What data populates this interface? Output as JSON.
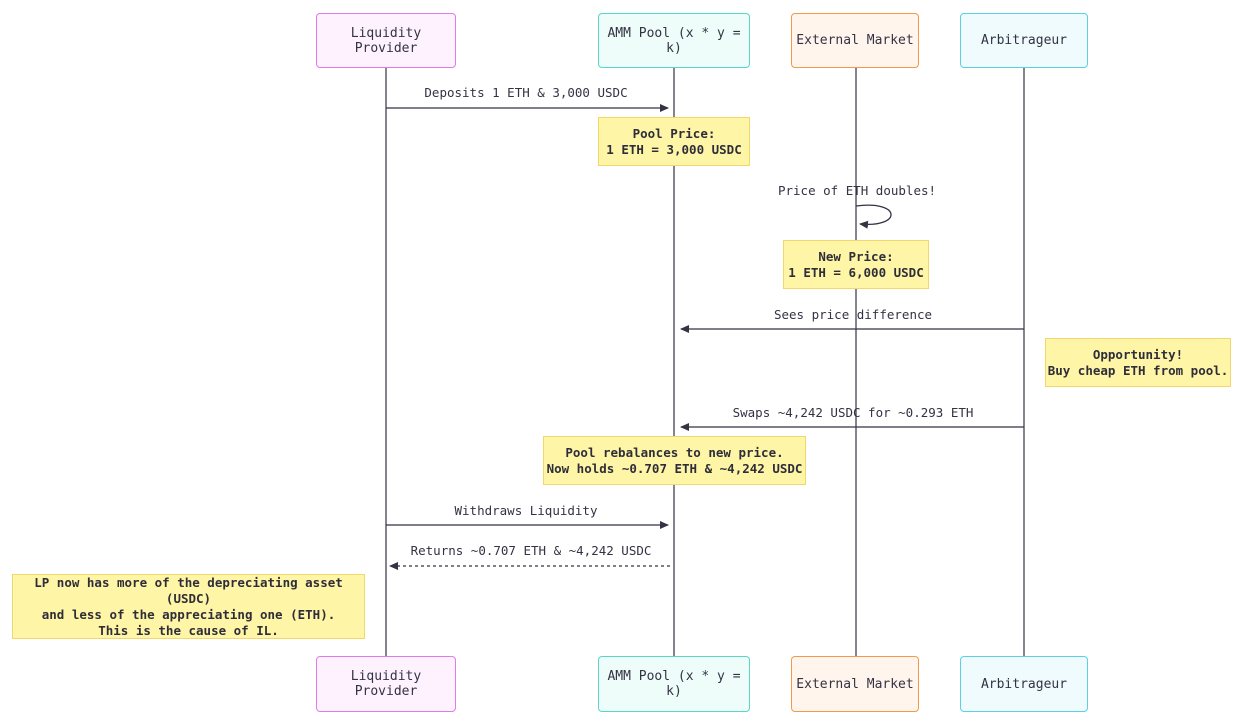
{
  "participants": [
    {
      "id": "lp",
      "label": "Liquidity Provider"
    },
    {
      "id": "amm",
      "label": "AMM Pool (x * y = k)"
    },
    {
      "id": "ext",
      "label": "External Market"
    },
    {
      "id": "arb",
      "label": "Arbitrageur"
    }
  ],
  "messages": {
    "deposit": "Deposits 1 ETH & 3,000 USDC",
    "price_doubles": "Price of ETH doubles!",
    "sees_difference": "Sees price difference",
    "swap": "Swaps ~4,242 USDC for ~0.293 ETH",
    "withdraw": "Withdraws Liquidity",
    "returns": "Returns ~0.707 ETH & ~4,242 USDC"
  },
  "notes": {
    "pool_price": [
      "Pool Price:",
      "1 ETH = 3,000 USDC"
    ],
    "new_price": [
      "New Price:",
      "1 ETH = 6,000 USDC"
    ],
    "opportunity": [
      "Opportunity!",
      "Buy cheap ETH from pool."
    ],
    "rebalance": [
      "Pool rebalances to new price.",
      "Now holds ~0.707 ETH & ~4,242 USDC"
    ],
    "il": [
      "LP now has more of the depreciating asset (USDC)",
      "and less of the appreciating one (ETH).",
      "This is the cause of IL."
    ]
  }
}
